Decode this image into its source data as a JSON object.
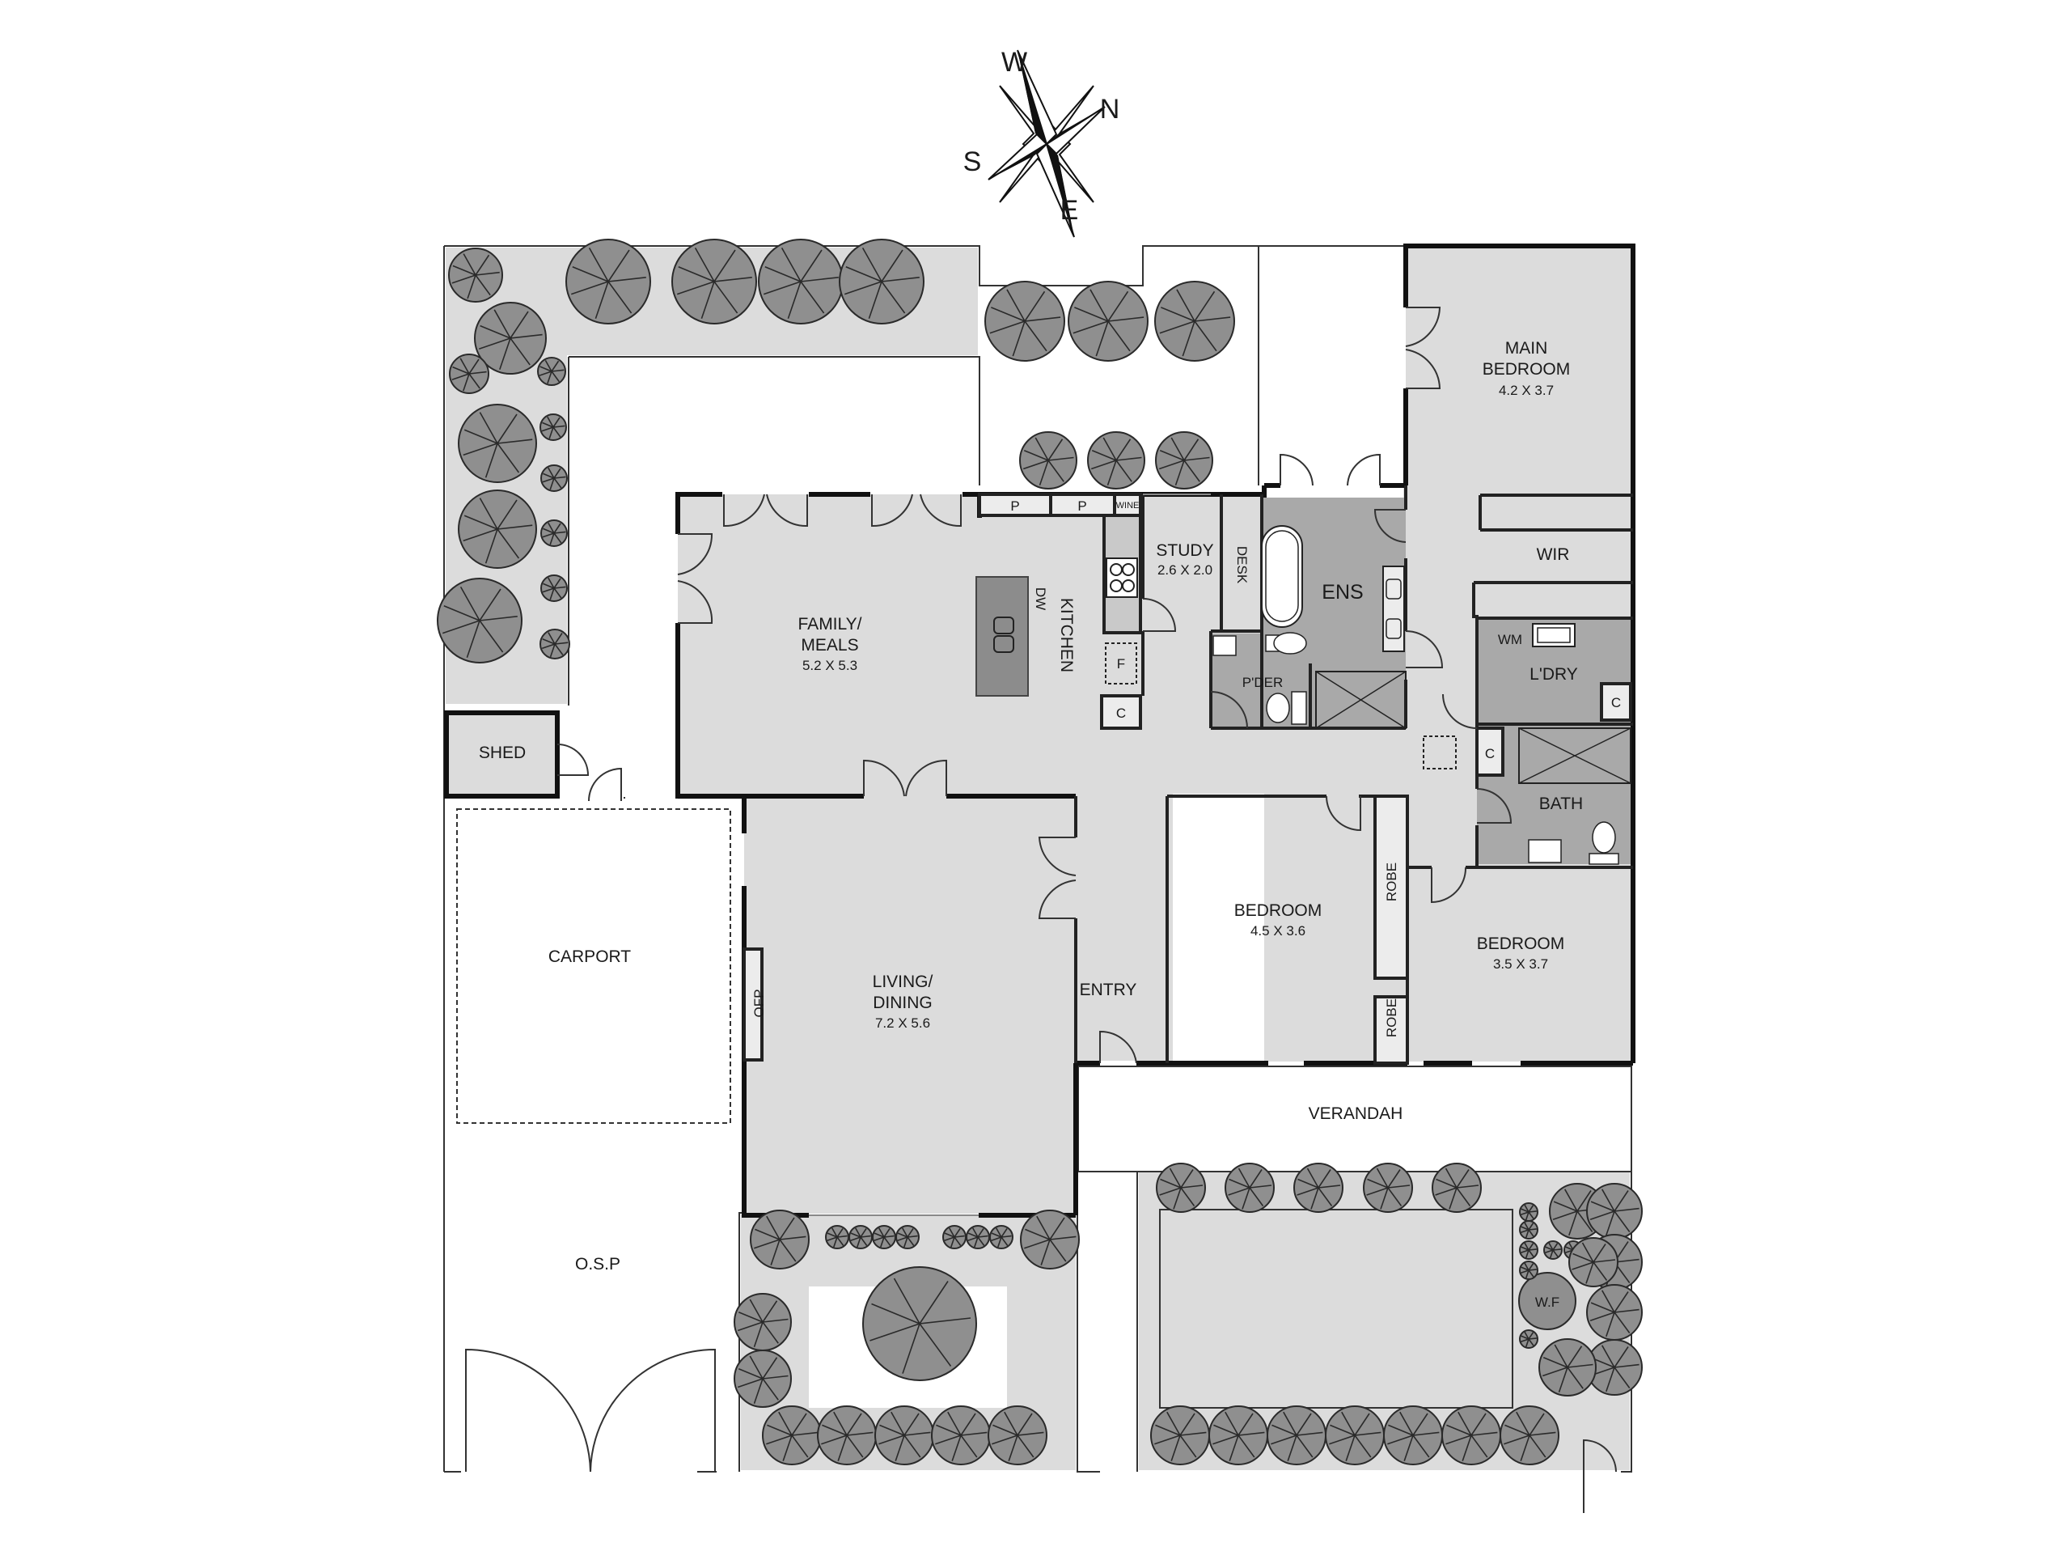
{
  "compass": {
    "n": "N",
    "s": "S",
    "e": "E",
    "w": "W"
  },
  "rooms": {
    "main_bedroom": {
      "name_line1": "MAIN",
      "name_line2": "BEDROOM",
      "dims": "4.2 X 3.7"
    },
    "wir": {
      "name": "WIR"
    },
    "laundry": {
      "name": "L'DRY",
      "wm": "WM",
      "cupboard": "C"
    },
    "bath": {
      "name": "BATH"
    },
    "linen_cupboard": {
      "name": "C"
    },
    "ensuite": {
      "name": "ENS"
    },
    "powder": {
      "name": "P'DER"
    },
    "study": {
      "name": "STUDY",
      "dims": "2.6 X 2.0",
      "desk": "DESK"
    },
    "kitchen": {
      "name": "KITCHEN",
      "dw": "DW",
      "fridge": "F",
      "cupboard": "C",
      "pantry1": "P",
      "pantry2": "P",
      "wine": "WINE"
    },
    "family_meals": {
      "name_line1": "FAMILY/",
      "name_line2": "MEALS",
      "dims": "5.2 X 5.3"
    },
    "living_dining": {
      "name_line1": "LIVING/",
      "name_line2": "DINING",
      "dims": "7.2 X 5.6",
      "ofp": "OFP"
    },
    "entry": {
      "name": "ENTRY"
    },
    "bedroom2": {
      "name": "BEDROOM",
      "dims": "4.5 X 3.6",
      "robe": "ROBE"
    },
    "bedroom3": {
      "name": "BEDROOM",
      "dims": "3.5 X 3.7",
      "robe": "ROBE"
    },
    "verandah": {
      "name": "VERANDAH"
    },
    "shed": {
      "name": "SHED"
    },
    "carport": {
      "name": "CARPORT"
    },
    "osp": {
      "name": "O.S.P"
    },
    "water_feature": {
      "name": "W.F"
    }
  },
  "colors": {
    "room_fill": "#dcdcdc",
    "wet_fill": "#a9a9a9",
    "tree_fill": "#8f8f8f",
    "wall": "#111111"
  }
}
